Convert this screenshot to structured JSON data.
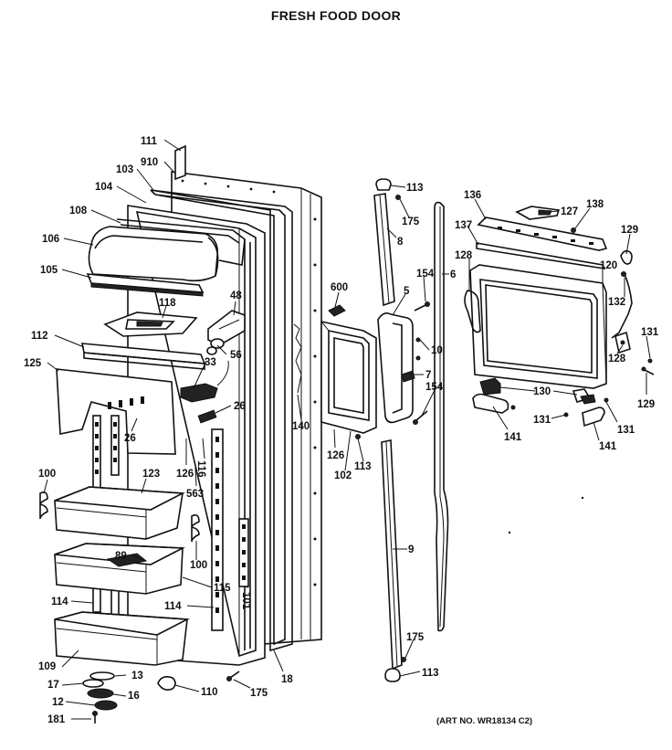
{
  "title": "FRESH FOOD DOOR",
  "art_number": "(ART NO. WR18134 C2)",
  "callouts": [
    {
      "id": "c111",
      "text": "111"
    },
    {
      "id": "c910",
      "text": "910"
    },
    {
      "id": "c103",
      "text": "103"
    },
    {
      "id": "c104",
      "text": "104"
    },
    {
      "id": "c108",
      "text": "108"
    },
    {
      "id": "c106",
      "text": "106"
    },
    {
      "id": "c105",
      "text": "105"
    },
    {
      "id": "c118",
      "text": "118"
    },
    {
      "id": "c48",
      "text": "48"
    },
    {
      "id": "c112",
      "text": "112"
    },
    {
      "id": "c56",
      "text": "56"
    },
    {
      "id": "c33",
      "text": "33"
    },
    {
      "id": "c125",
      "text": "125"
    },
    {
      "id": "c26a",
      "text": "26"
    },
    {
      "id": "c26b",
      "text": "26"
    },
    {
      "id": "c126a",
      "text": "126"
    },
    {
      "id": "c116",
      "text": "116"
    },
    {
      "id": "c563",
      "text": "563"
    },
    {
      "id": "c100a",
      "text": "100"
    },
    {
      "id": "c123",
      "text": "123"
    },
    {
      "id": "c89",
      "text": "89"
    },
    {
      "id": "c100b",
      "text": "100"
    },
    {
      "id": "c115",
      "text": "115"
    },
    {
      "id": "c114a",
      "text": "114"
    },
    {
      "id": "c114b",
      "text": "114"
    },
    {
      "id": "c101",
      "text": "101"
    },
    {
      "id": "c109",
      "text": "109"
    },
    {
      "id": "c13",
      "text": "13"
    },
    {
      "id": "c17",
      "text": "17"
    },
    {
      "id": "c16",
      "text": "16"
    },
    {
      "id": "c12",
      "text": "12"
    },
    {
      "id": "c110",
      "text": "110"
    },
    {
      "id": "c181",
      "text": "181"
    },
    {
      "id": "c175a",
      "text": "175"
    },
    {
      "id": "c18",
      "text": "18"
    },
    {
      "id": "c600",
      "text": "600"
    },
    {
      "id": "c140",
      "text": "140"
    },
    {
      "id": "c126b",
      "text": "126"
    },
    {
      "id": "c102",
      "text": "102"
    },
    {
      "id": "c113a",
      "text": "113"
    },
    {
      "id": "c113b",
      "text": "113"
    },
    {
      "id": "c175b",
      "text": "175"
    },
    {
      "id": "c8",
      "text": "8"
    },
    {
      "id": "c154a",
      "text": "154"
    },
    {
      "id": "c5",
      "text": "5"
    },
    {
      "id": "c10",
      "text": "10"
    },
    {
      "id": "c7",
      "text": "7"
    },
    {
      "id": "c154b",
      "text": "154"
    },
    {
      "id": "c6",
      "text": "6"
    },
    {
      "id": "c9",
      "text": "9"
    },
    {
      "id": "c175c",
      "text": "175"
    },
    {
      "id": "c113c",
      "text": "113"
    },
    {
      "id": "c136",
      "text": "136"
    },
    {
      "id": "c127",
      "text": "127"
    },
    {
      "id": "c138",
      "text": "138"
    },
    {
      "id": "c137",
      "text": "137"
    },
    {
      "id": "c128a",
      "text": "128"
    },
    {
      "id": "c120",
      "text": "120"
    },
    {
      "id": "c129a",
      "text": "129"
    },
    {
      "id": "c132",
      "text": "132"
    },
    {
      "id": "c131a",
      "text": "131"
    },
    {
      "id": "c128b",
      "text": "128"
    },
    {
      "id": "c130",
      "text": "130"
    },
    {
      "id": "c129b",
      "text": "129"
    },
    {
      "id": "c131b",
      "text": "131"
    },
    {
      "id": "c131c",
      "text": "131"
    },
    {
      "id": "c141a",
      "text": "141"
    },
    {
      "id": "c141b",
      "text": "141"
    }
  ]
}
